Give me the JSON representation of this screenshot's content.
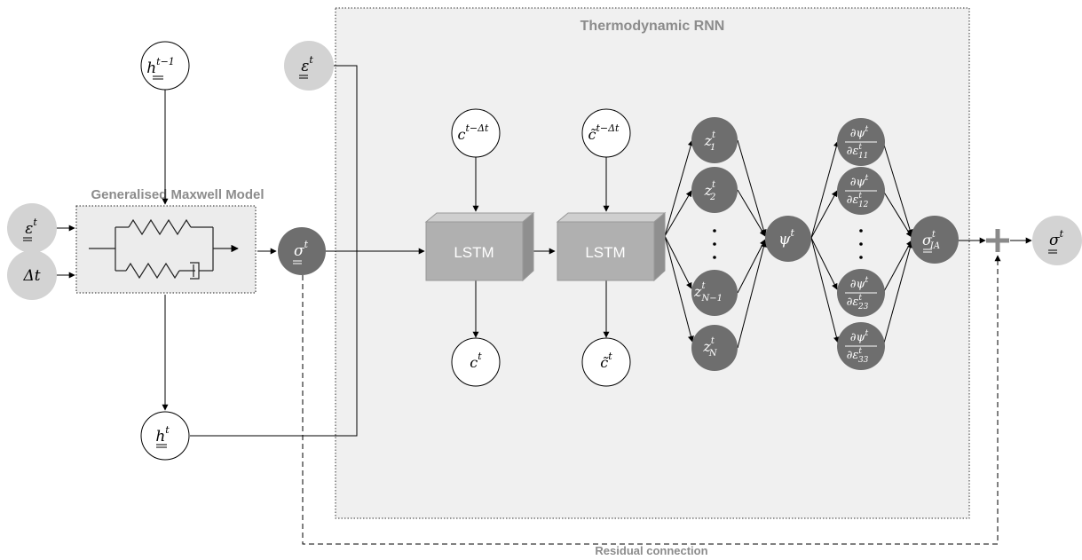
{
  "panels": {
    "rnn_title": "Thermodynamic RNN",
    "maxwell_title": "Generalised Maxwell Model",
    "residual_label": "Residual connection"
  },
  "blocks": {
    "lstm1": "LSTM",
    "lstm2": "LSTM"
  },
  "nodes": {
    "h_prev": "h",
    "h_prev_sup": "t−1",
    "eps_top": "ε",
    "eps_top_sup": "t",
    "eps_in": "ε",
    "eps_in_sup": "t",
    "dt_in": "Δt",
    "sigma_mid": "σ",
    "sigma_mid_sup": "t",
    "h_new": "h",
    "h_new_sup": "t",
    "c_prev": "c",
    "c_prev_sup": "t−Δt",
    "c_new": "c",
    "c_new_sup": "t",
    "ct_prev": "c̃",
    "ct_prev_sup": "t−Δt",
    "ct_new": "c̃",
    "ct_new_sup": "t",
    "z1": "z",
    "z1_sup": "t",
    "z1_sub": "1",
    "z2": "z",
    "z2_sup": "t",
    "z2_sub": "2",
    "zN1": "z",
    "zN1_sup": "t",
    "zN1_sub": "N−1",
    "zN": "z",
    "zN_sup": "t",
    "zN_sub": "N",
    "psi": "ψ",
    "psi_sup": "t",
    "d11_num": "∂ψ",
    "d11_num_sup": "t",
    "d11_den": "∂ε",
    "d11_den_sup": "t",
    "d11_den_sub": "11",
    "d12_num": "∂ψ",
    "d12_num_sup": "t",
    "d12_den": "∂ε",
    "d12_den_sup": "t",
    "d12_den_sub": "12",
    "d23_num": "∂ψ",
    "d23_num_sup": "t",
    "d23_den": "∂ε",
    "d23_den_sup": "t",
    "d23_den_sub": "23",
    "d33_num": "∂ψ",
    "d33_num_sup": "t",
    "d33_den": "∂ε",
    "d33_den_sup": "t",
    "d33_den_sub": "33",
    "sigma_ia": "σ",
    "sigma_ia_sup": "t",
    "sigma_ia_sub": "IA",
    "sigma_out": "σ",
    "sigma_out_sup": "t"
  },
  "colors": {
    "dark_node": "#6e6e6e",
    "light_node": "#d3d3d3",
    "panel_bg": "#f0f0f0",
    "lstm_face": "#b0b0b0",
    "title_gray": "#8c8c8c"
  }
}
